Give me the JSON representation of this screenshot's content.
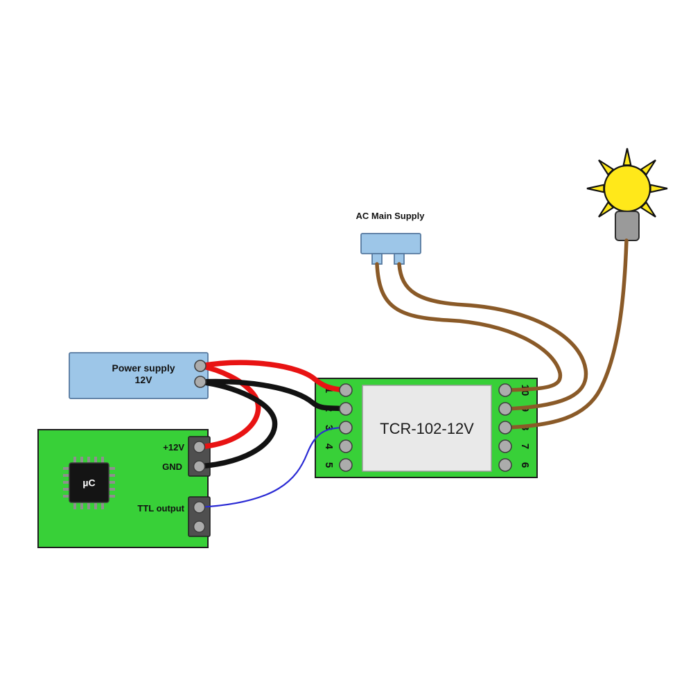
{
  "labels": {
    "ac_supply": "AC Main Supply",
    "power_supply_line1": "Power supply",
    "power_supply_line2": "12V",
    "relay_model": "TCR-102-12V",
    "mcu_chip": "µC",
    "mcu_v12": "+12V",
    "mcu_gnd": "GND",
    "mcu_ttl": "TTL output"
  },
  "relay": {
    "left_pins": [
      "1",
      "2",
      "3",
      "4",
      "5"
    ],
    "right_pins": [
      "10",
      "9",
      "8",
      "7",
      "6"
    ]
  },
  "colors": {
    "wire_red": "#e81313",
    "wire_black": "#121212",
    "wire_blue": "#2a2ad4",
    "wire_brown": "#8a5a28",
    "board_green": "#38d038",
    "box_blue": "#9dc6e8",
    "bulb_yellow": "#ffe81a"
  }
}
